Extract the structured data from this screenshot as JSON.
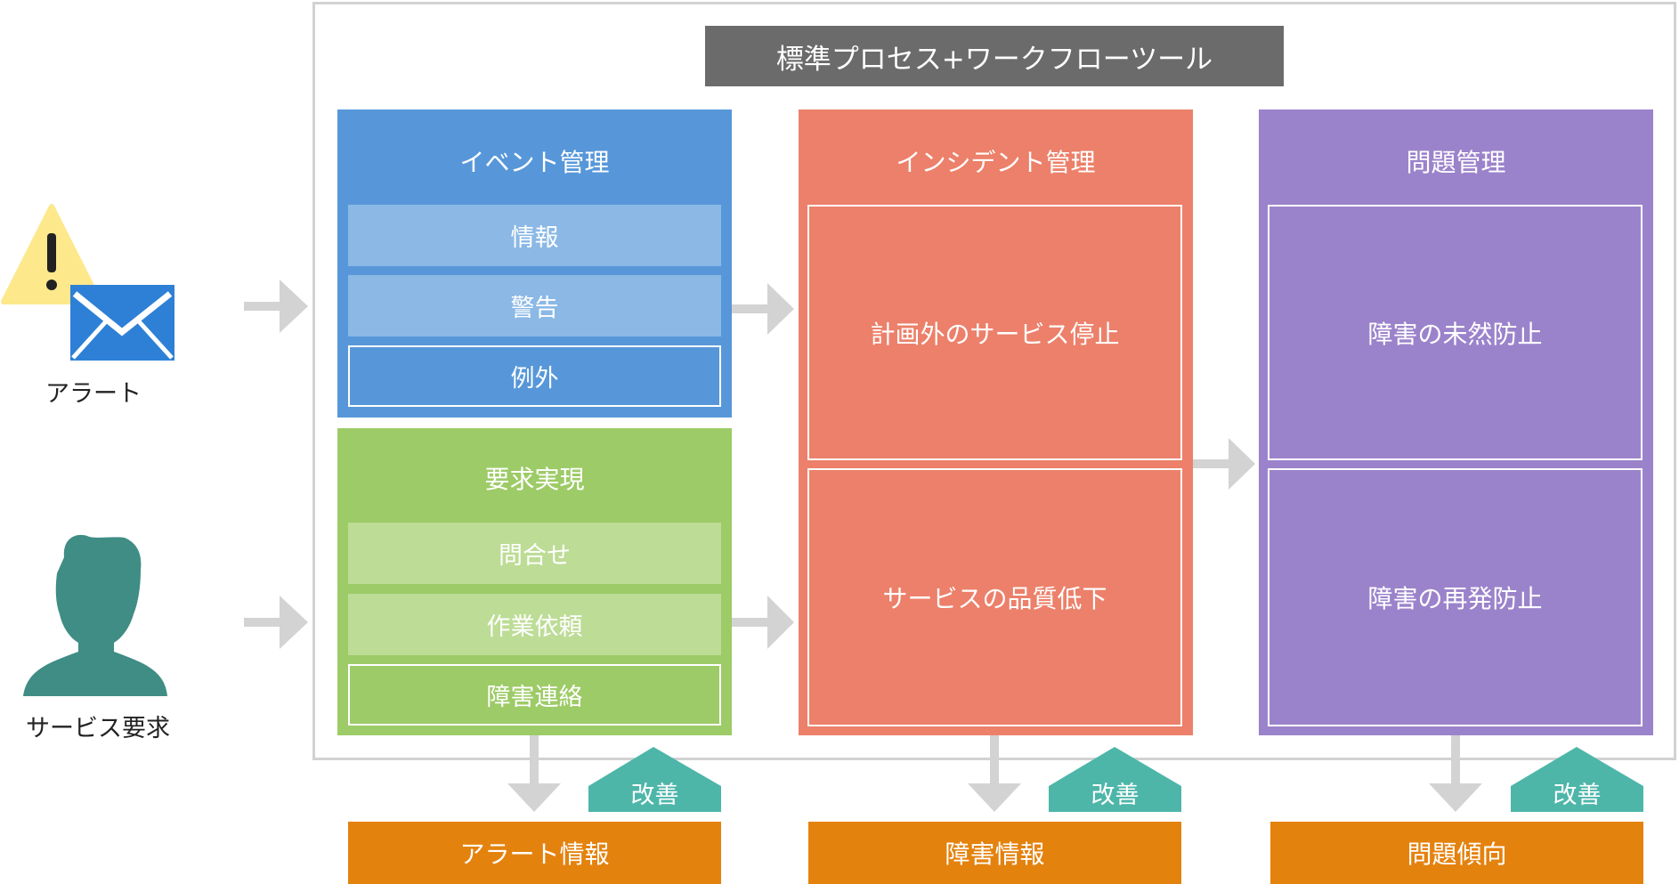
{
  "title": "標準プロセス+ワークフローツール",
  "inputs": {
    "alert_label": "アラート",
    "service_label": "サービス要求"
  },
  "event": {
    "title": "イベント管理",
    "items": [
      "情報",
      "警告",
      "例外"
    ]
  },
  "request": {
    "title": "要求実現",
    "items": [
      "問合せ",
      "作業依頼",
      "障害連絡"
    ]
  },
  "incident": {
    "title": "インシデント管理",
    "items": [
      "計画外のサービス停止",
      "サービスの品質低下"
    ]
  },
  "problem": {
    "title": "問題管理",
    "items": [
      "障害の未然防止",
      "障害の再発防止"
    ]
  },
  "improve_label": "改善",
  "outputs": [
    "アラート情報",
    "障害情報",
    "問題傾向"
  ],
  "colors": {
    "event": "#5797d9",
    "event_light": "#8bb8e5",
    "request": "#9dcb67",
    "request_light": "#bddc96",
    "incident": "#ec806a",
    "problem": "#9b83cb",
    "improve": "#4db6a9",
    "output": "#e4820e",
    "title_bar": "#6b6b6b",
    "arrow": "#d3d3d3",
    "person": "#3f8d85",
    "mail": "#2d80d5",
    "warning": "#fde88c"
  }
}
